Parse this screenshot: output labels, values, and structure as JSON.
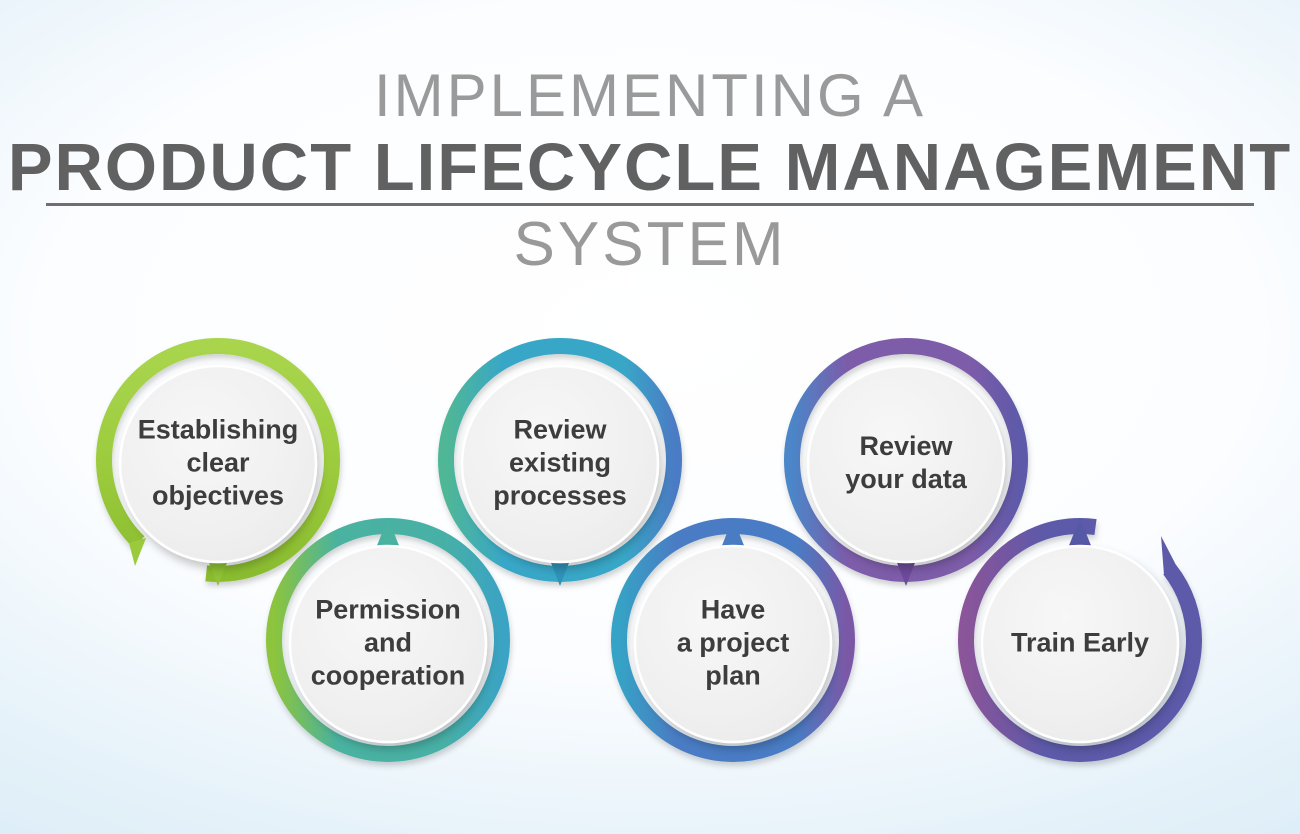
{
  "page": {
    "background_edge_color": "#d2e8f5",
    "background_center_color": "#ffffff"
  },
  "title": {
    "line1": "IMPLEMENTING A",
    "line2": "PRODUCT LIFECYCLE MANAGEMENT",
    "line3": "SYSTEM",
    "line1_color": "#9a9a9a",
    "line2_color": "#616161",
    "line3_color": "#999999",
    "underline_color": "#6f6f6f"
  },
  "diagram": {
    "label_text_color": "#3d3d3d",
    "disc_color": "#efefef",
    "nodes": [
      {
        "label": "Establishing\nclear\nobjectives",
        "color": "#9bcb3c",
        "row": "top",
        "arrow_color": "#8fc335",
        "gradient_dir": "v",
        "gradient": [
          [
            "0%",
            "#a9d54e"
          ],
          [
            "55%",
            "#9bcb3c"
          ],
          [
            "100%",
            "#8abc2f"
          ]
        ]
      },
      {
        "label": "Permission\nand\ncooperation",
        "color": "#49b2a0",
        "row": "bottom",
        "arrow_color": "#49b2a0",
        "gradient_dir": "h",
        "gradient": [
          [
            "0%",
            "#8cc43d"
          ],
          [
            "28%",
            "#49b2a0"
          ],
          [
            "75%",
            "#47b0a6"
          ],
          [
            "100%",
            "#3aa3c4"
          ]
        ]
      },
      {
        "label": "Review\nexisting\nprocesses",
        "color": "#38a7c7",
        "row": "top",
        "arrow_color": "#2f93b8",
        "gradient_dir": "h",
        "gradient": [
          [
            "0%",
            "#50b795"
          ],
          [
            "25%",
            "#38a7c7"
          ],
          [
            "78%",
            "#38a7c7"
          ],
          [
            "100%",
            "#4a7cc4"
          ]
        ]
      },
      {
        "label": "Have\na project\nplan",
        "color": "#4a7cc4",
        "row": "bottom",
        "arrow_color": "#4a7cc4",
        "gradient_dir": "h",
        "gradient": [
          [
            "0%",
            "#35a3c5"
          ],
          [
            "25%",
            "#4a7cc4"
          ],
          [
            "78%",
            "#4a7cc4"
          ],
          [
            "100%",
            "#7a58a6"
          ]
        ]
      },
      {
        "label": "Review\nyour data",
        "color": "#7d5ba9",
        "row": "top",
        "arrow_color": "#6d4b9b",
        "gradient_dir": "h",
        "gradient": [
          [
            "0%",
            "#4b86c8"
          ],
          [
            "25%",
            "#7d5ba9"
          ],
          [
            "78%",
            "#7d5ba9"
          ],
          [
            "100%",
            "#5d5aa9"
          ]
        ]
      },
      {
        "label": "Train Early",
        "color": "#5c5aa9",
        "row": "bottom",
        "arrow_color": "#5559a6",
        "gradient_dir": "h",
        "gradient": [
          [
            "0%",
            "#8a5499"
          ],
          [
            "35%",
            "#5c5aa9"
          ],
          [
            "100%",
            "#5c5aa9"
          ]
        ]
      }
    ]
  }
}
